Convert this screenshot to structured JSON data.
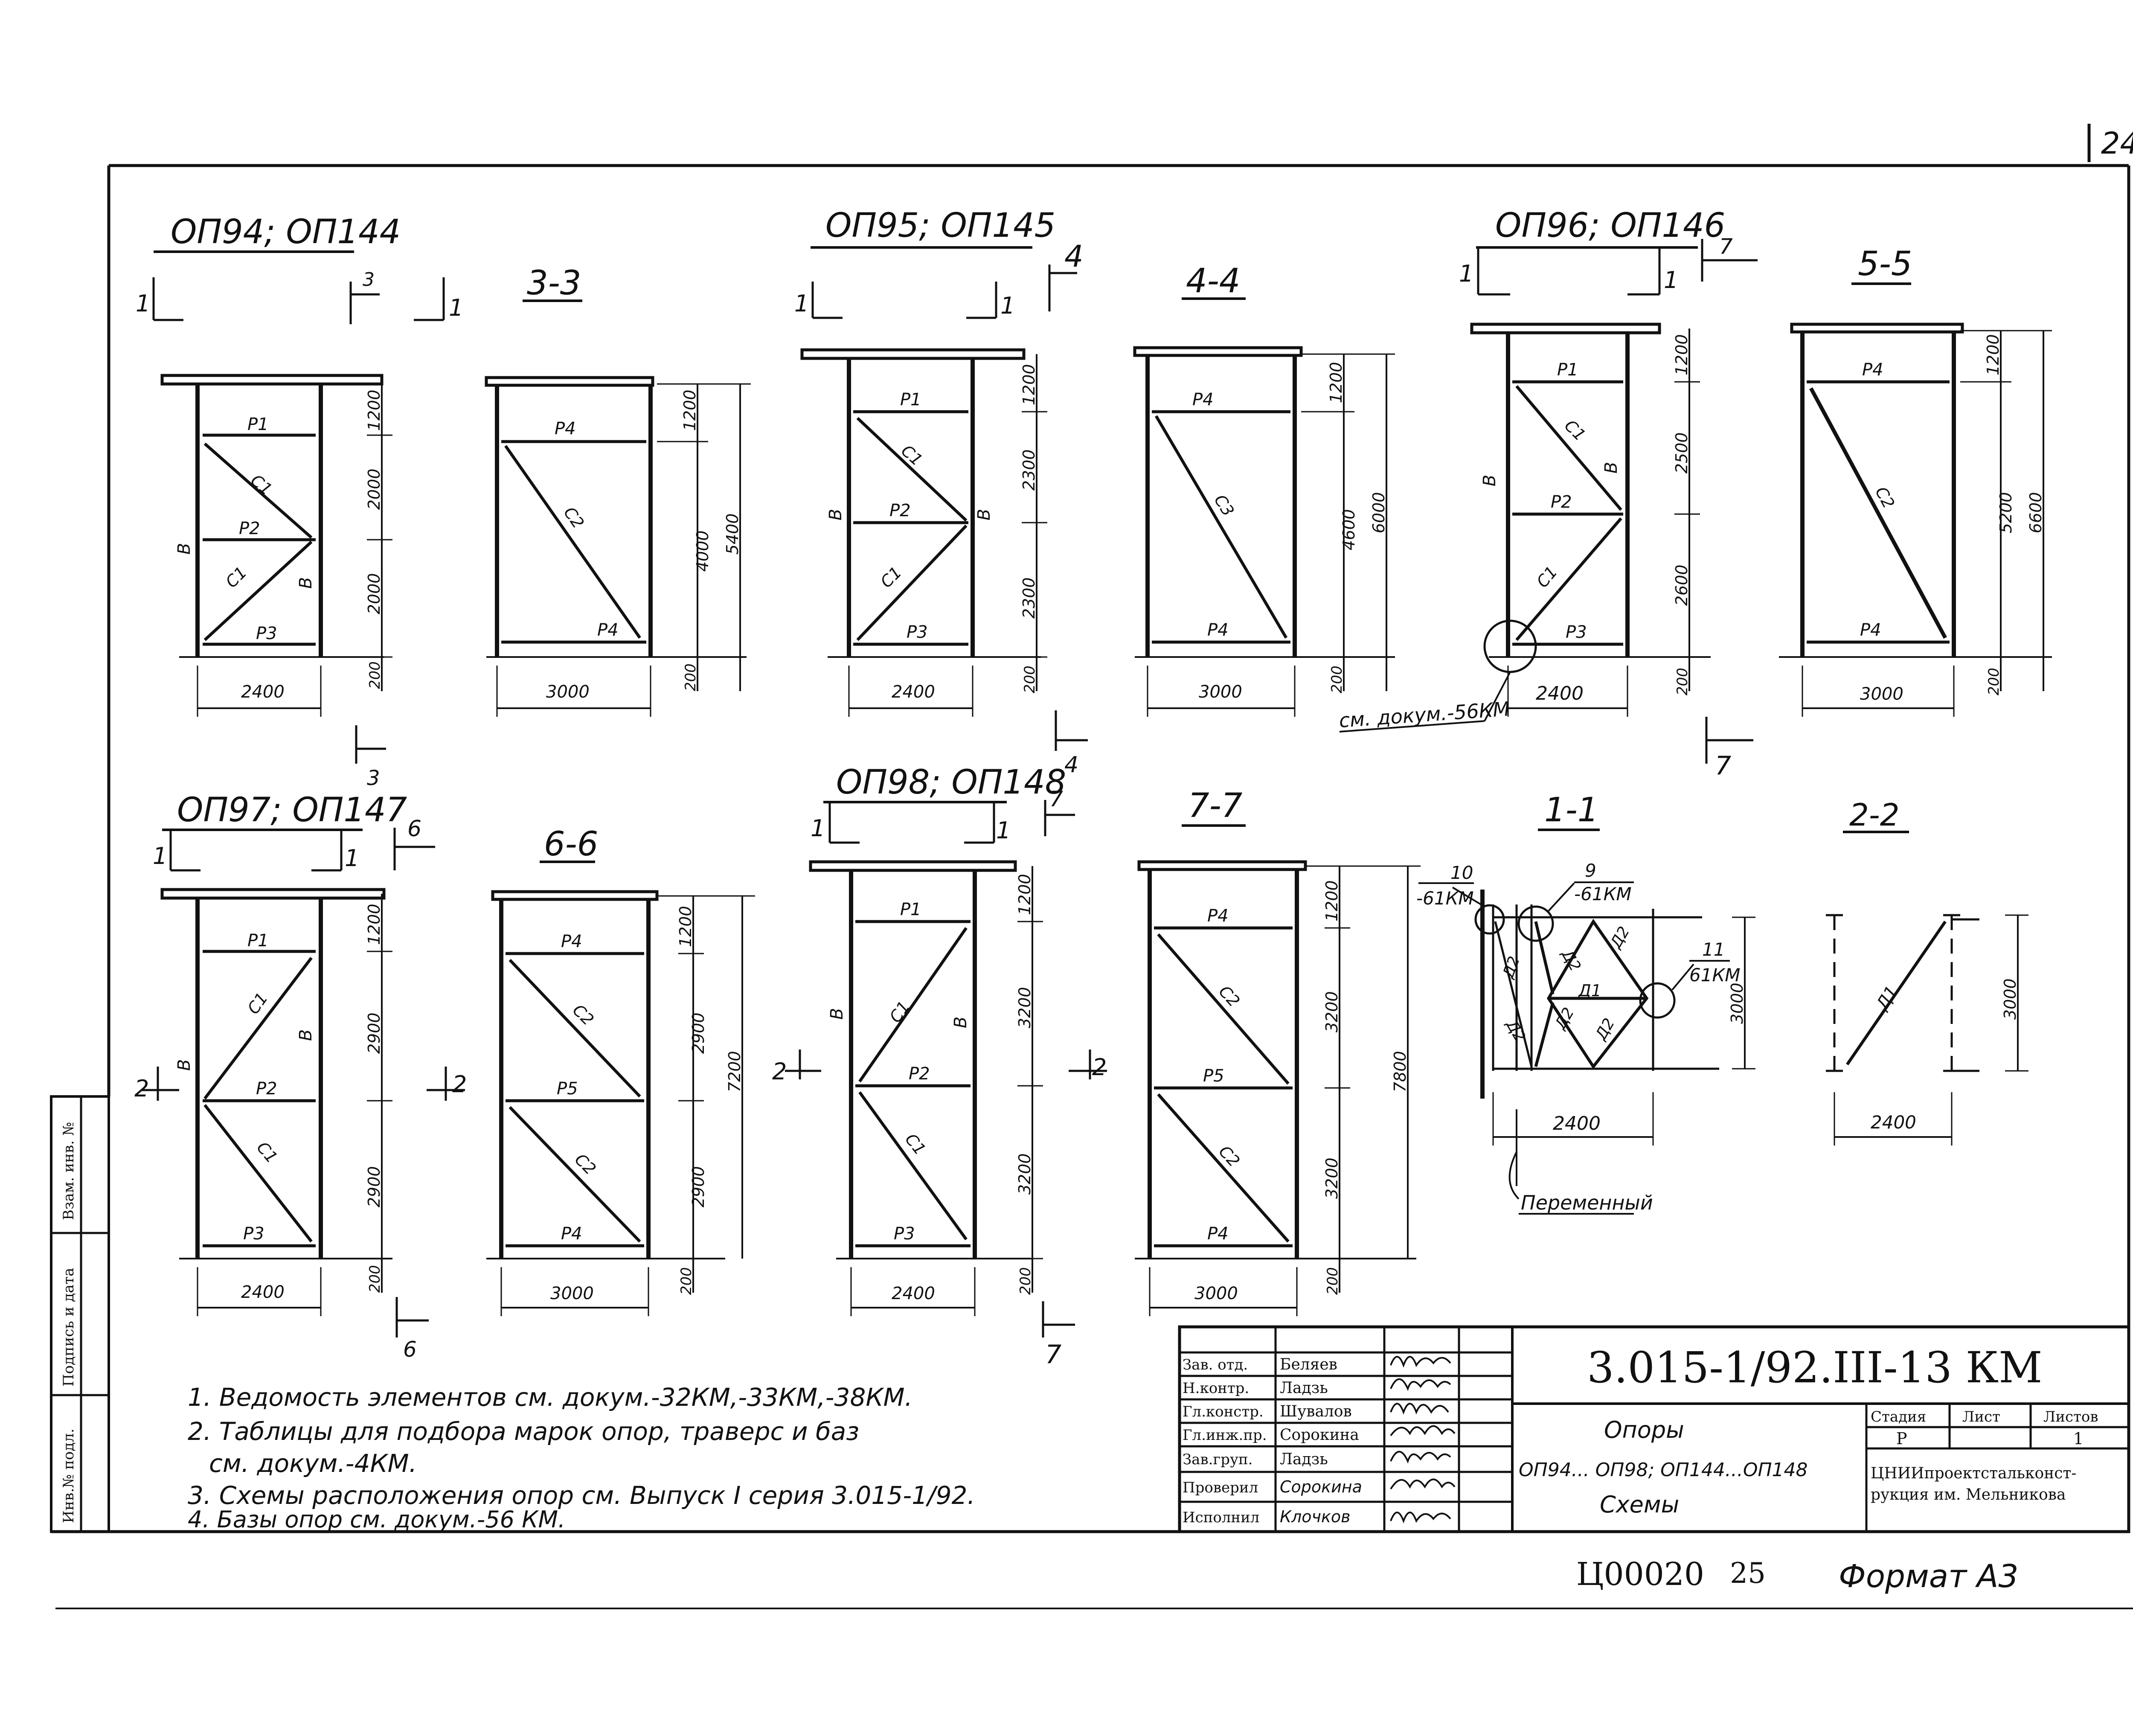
{
  "sheet": {
    "page_number": "24",
    "footer_code": "Ц00020",
    "footer_page": "25",
    "footer_format": "Формат А3"
  },
  "views": {
    "op94": {
      "title": "ОП94; ОП144",
      "sec_left": "1",
      "sec_right": "1",
      "cut_top": "3",
      "cut_bottom": "3",
      "m_top": "Р1",
      "m_mid": "Р2",
      "m_bot": "Р3",
      "d_up": "С1",
      "d_lo": "С1",
      "col_l": "В",
      "col_r": "В",
      "dim_top": "1200",
      "dim_mid": "2000",
      "dim_low": "2000",
      "dim_base": "200",
      "dim_width": "2400"
    },
    "s33": {
      "title": "3-3",
      "m_top": "Р4",
      "m_bot": "Р4",
      "d": "С2",
      "dim_top": "1200",
      "dim_body": "4000",
      "dim_total": "5400",
      "dim_base": "200",
      "dim_width": "3000"
    },
    "op95": {
      "title": "ОП95; ОП145",
      "sec_left": "1",
      "sec_right": "1",
      "cut_top": "4",
      "cut_bottom": "4",
      "m_top": "Р1",
      "m_mid": "Р2",
      "m_bot": "Р3",
      "d_up": "С1",
      "d_lo": "С1",
      "col_l": "В",
      "col_r": "В",
      "dim_top": "1200",
      "dim_mid": "2300",
      "dim_low": "2300",
      "dim_base": "200",
      "dim_width": "2400"
    },
    "s44": {
      "title": "4-4",
      "m_top": "Р4",
      "m_bot": "Р4",
      "d": "С3",
      "dim_top": "1200",
      "dim_body": "4600",
      "dim_total": "6000",
      "dim_base": "200",
      "dim_width": "3000"
    },
    "op96": {
      "title": "ОП96; ОП146",
      "sec_left": "1",
      "sec_right": "1",
      "cut_top": "7",
      "cut_bottom": "7",
      "m_top": "Р1",
      "m_mid": "Р2",
      "m_bot": "Р3",
      "d_up": "С1",
      "d_lo": "С1",
      "col_l": "В",
      "col_r": "В",
      "dim_top": "1200",
      "dim_mid": "2500",
      "dim_low": "2600",
      "dim_base": "200",
      "dim_width": "2400",
      "note": "см. докум.-56КМ"
    },
    "s55": {
      "title": "5-5",
      "m_top": "Р4",
      "m_bot": "Р4",
      "d": "С2",
      "dim_top": "1200",
      "dim_body": "5200",
      "dim_total": "6600",
      "dim_base": "200",
      "dim_width": "3000"
    },
    "op97": {
      "title": "ОП97; ОП147",
      "sec_left": "1",
      "sec_right": "1",
      "cut_top": "6",
      "cut_bottom": "6",
      "sec2_l": "2",
      "sec2_r": "2",
      "m_top": "Р1",
      "m_mid": "Р2",
      "m_bot": "Р3",
      "d_up": "С1",
      "d_lo": "С1",
      "col_l": "В",
      "col_r": "В",
      "dim_top": "1200",
      "dim_mid": "2900",
      "dim_low": "2900",
      "dim_base": "200",
      "dim_width": "2400"
    },
    "s66": {
      "title": "6-6",
      "m_top": "Р4",
      "m_mid": "Р5",
      "m_bot": "Р4",
      "d_up": "С2",
      "d_lo": "С2",
      "dim_top": "1200",
      "dim_mid": "2900",
      "dim_low": "2900",
      "dim_total": "7200",
      "dim_base": "200",
      "dim_width": "3000"
    },
    "op98": {
      "title": "ОП98; ОП148",
      "sec_left": "1",
      "sec_right": "1",
      "cut_top": "7",
      "cut_bottom": "7",
      "sec2_l": "2",
      "sec2_r": "2",
      "m_top": "Р1",
      "m_mid": "Р2",
      "m_bot": "Р3",
      "d_up": "С1",
      "d_lo": "С1",
      "col_l": "В",
      "col_r": "В",
      "dim_top": "1200",
      "dim_mid": "3200",
      "dim_low": "3200",
      "dim_base": "200",
      "dim_width": "2400"
    },
    "s77": {
      "title": "7-7",
      "m_top": "Р4",
      "m_mid": "Р5",
      "m_bot": "Р4",
      "d_up": "С2",
      "d_lo": "С2",
      "dim_top": "1200",
      "dim_mid": "3200",
      "dim_low": "3200",
      "dim_total": "7800",
      "dim_base": "200",
      "dim_width": "3000"
    },
    "s11": {
      "title": "1-1",
      "ref10_num": "10",
      "ref10_doc": "-61КМ",
      "ref9_num": "9",
      "ref9_doc": "-61КМ",
      "ref11_num": "11",
      "ref11_doc": "61КМ",
      "d2": "Д2",
      "d1": "Д1",
      "dim_height": "3000",
      "dim_width": "2400",
      "note": "Переменный"
    },
    "s22": {
      "title": "2-2",
      "d1": "Д1",
      "dim_height": "3000",
      "dim_width": "2400"
    }
  },
  "notes": [
    "1. Ведомость элементов см. докум.-32КМ,-33КМ,-38КМ.",
    "2. Таблицы для подбора марок опор, траверс и баз",
    "см. докум.-4КМ.",
    "3. Схемы расположения опор см. Выпуск I серия 3.015-1/92.",
    "4. Базы опор см. докум.-56 КМ."
  ],
  "left_strip": {
    "inv_orig": "Инв.№ подл.",
    "signature": "Подпись и дата",
    "inv_dup": "Взам. инв. №"
  },
  "title_block": {
    "doc_code": "3.015-1/92.III-13 КМ",
    "roles": [
      {
        "role": "Зав. отд.",
        "name": "Беляев"
      },
      {
        "role": "Н.контр.",
        "name": "Ладзь"
      },
      {
        "role": "Гл.констр.",
        "name": "Шувалов"
      },
      {
        "role": "Гл.инж.пр.",
        "name": "Сорокина"
      },
      {
        "role": "Зав.груп.",
        "name": "Ладзь"
      },
      {
        "role": "Проверил",
        "name": "Сорокина"
      },
      {
        "role": "Исполнил",
        "name": "Клочков"
      }
    ],
    "subject": "Опоры",
    "range": "ОП94... ОП98; ОП144...ОП148",
    "kind": "Схемы",
    "stage_label": "Стадия",
    "sheet_label": "Лист",
    "sheets_label": "Листов",
    "stage": "Р",
    "sheets_total": "1",
    "org": "ЦНИИпроектстальконст-",
    "org2": "рукция им. Мельникова"
  }
}
